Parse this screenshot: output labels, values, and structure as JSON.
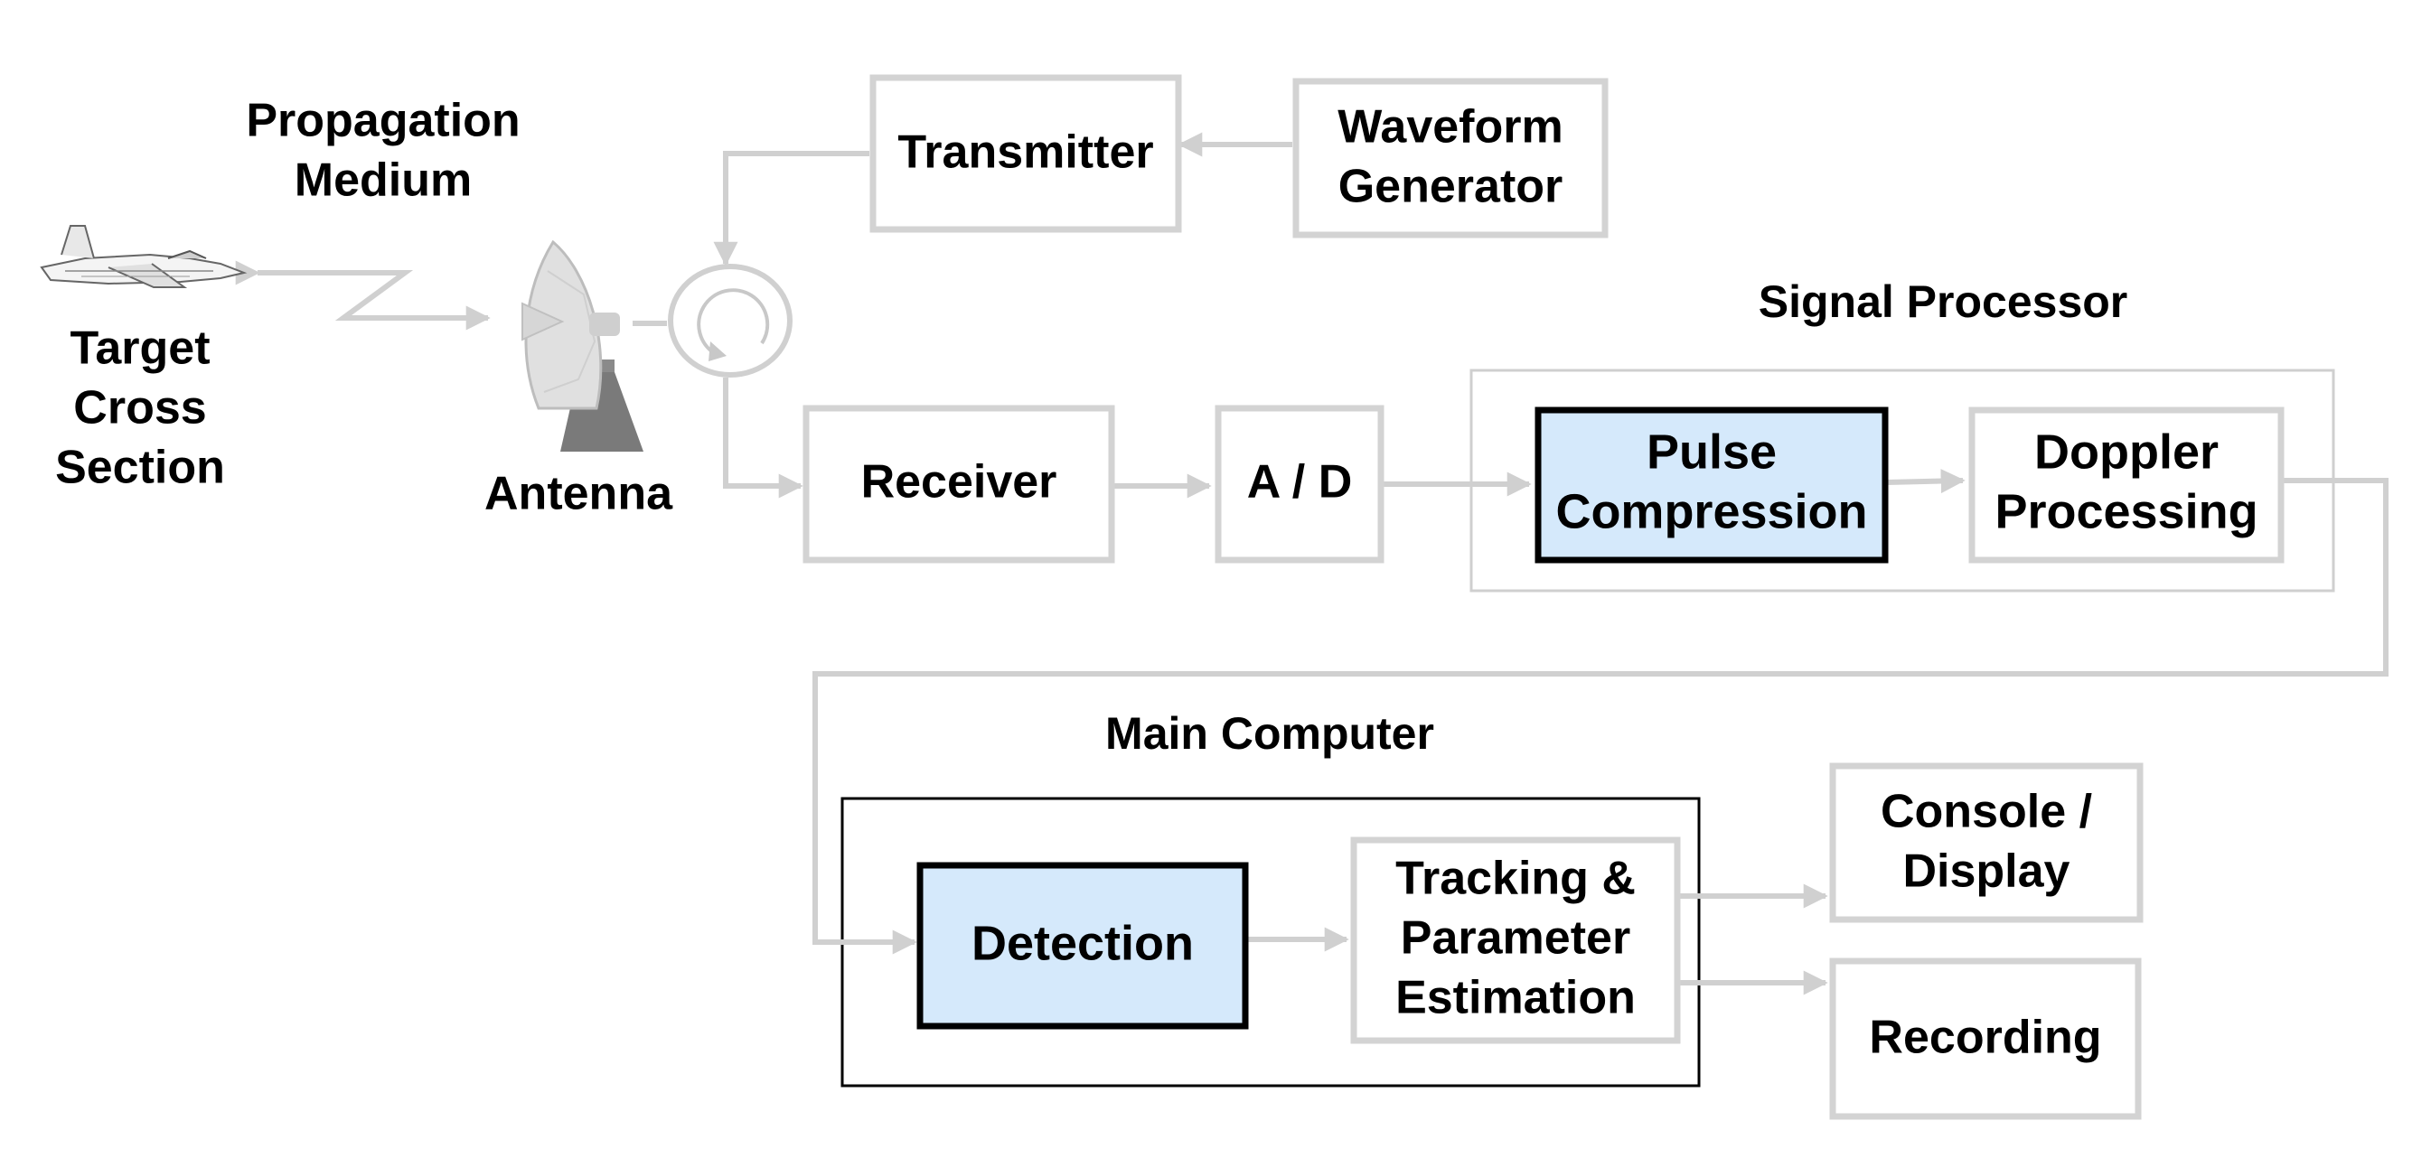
{
  "colors": {
    "box_border": "#d3d3d3",
    "connector": "#d0d0d0",
    "highlight_fill": "#d5e9fb",
    "highlight_border": "#000000",
    "signal_processor_border": "#cfcfcf",
    "main_computer_border": "#000000",
    "text": "#000000"
  },
  "labels": {
    "propagation_medium": [
      "Propagation",
      "Medium"
    ],
    "target_cross_section": [
      "Target",
      "Cross",
      "Section"
    ],
    "antenna": [
      "Antenna"
    ],
    "signal_processor": [
      "Signal Processor"
    ],
    "main_computer": [
      "Main Computer"
    ]
  },
  "blocks": {
    "transmitter": [
      "Transmitter"
    ],
    "waveform_generator": [
      "Waveform",
      "Generator"
    ],
    "receiver": [
      "Receiver"
    ],
    "a_d": [
      "A / D"
    ],
    "pulse_compression": [
      "Pulse",
      "Compression"
    ],
    "doppler_processing": [
      "Doppler",
      "Processing"
    ],
    "detection": [
      "Detection"
    ],
    "tracking": [
      "Tracking &",
      "Parameter",
      "Estimation"
    ],
    "console_display": [
      "Console /",
      "Display"
    ],
    "recording": [
      "Recording"
    ]
  },
  "icons": {
    "target": "fighter-jet-icon",
    "antenna": "dish-antenna-icon",
    "circulator": "circulator-icon"
  }
}
